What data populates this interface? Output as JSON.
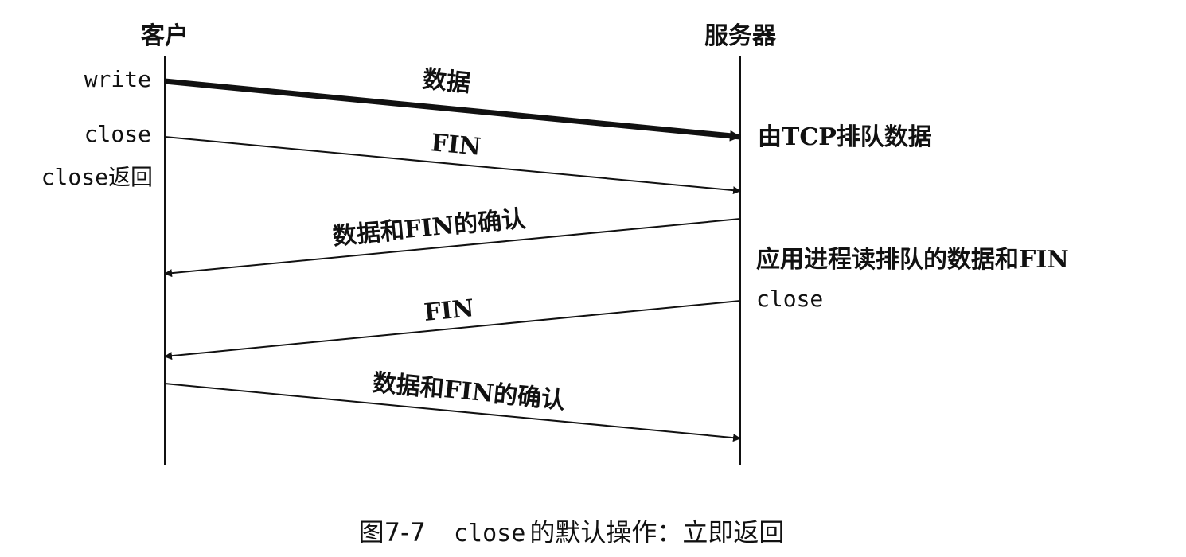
{
  "lifelines": {
    "client": "客户",
    "server": "服务器"
  },
  "client_events": {
    "write": "write",
    "close": "close",
    "close_return": "close返回"
  },
  "server_events": {
    "queued": "由TCP排队数据",
    "app_reads": "应用进程读排队的数据和FIN",
    "close": "close"
  },
  "messages": [
    {
      "label": "数据",
      "direction": "client-to-server"
    },
    {
      "label": "FIN",
      "direction": "client-to-server"
    },
    {
      "label": "数据和FIN的确认",
      "direction": "server-to-client"
    },
    {
      "label": "FIN",
      "direction": "server-to-client"
    },
    {
      "label": "数据和FIN的确认",
      "direction": "client-to-server"
    }
  ],
  "caption": {
    "figure": "图7-7",
    "func": "close",
    "rest": "的默认操作：立即返回"
  }
}
